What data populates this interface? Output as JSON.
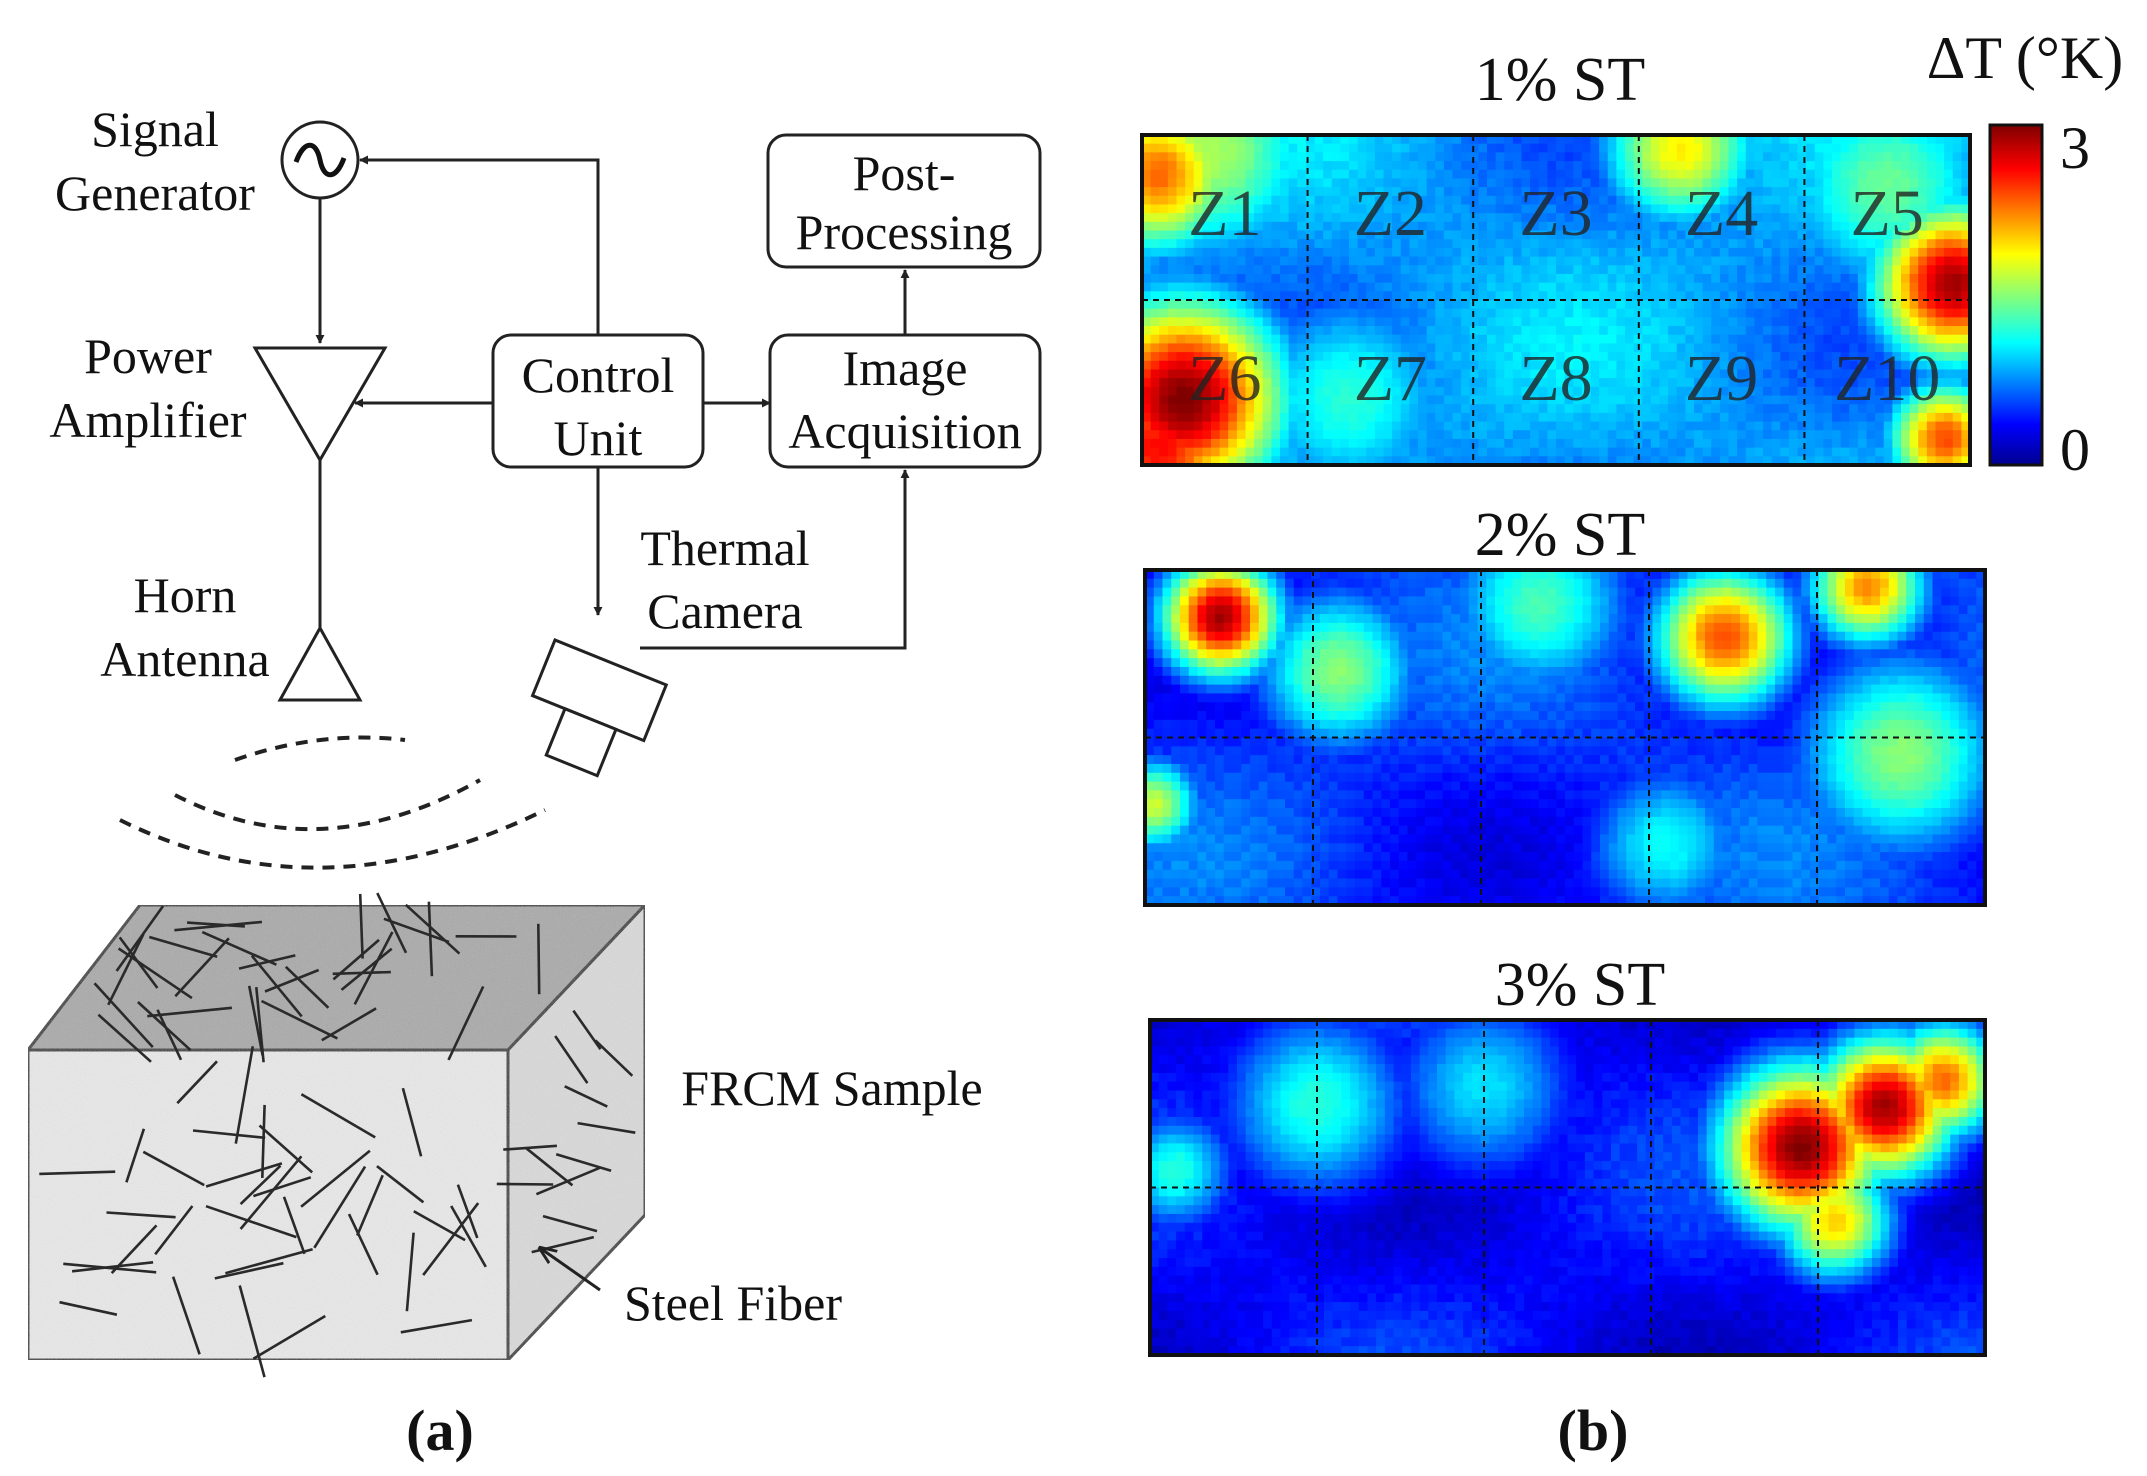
{
  "panel_a": {
    "tag": "(a)",
    "signal_generator": {
      "line1": "Signal",
      "line2": "Generator",
      "symbol": "~"
    },
    "power_amplifier": {
      "line1": "Power",
      "line2": "Amplifier"
    },
    "horn_antenna": {
      "line1": "Horn",
      "line2": "Antenna"
    },
    "control_unit": {
      "line1": "Control",
      "line2": "Unit"
    },
    "image_acquisition": {
      "line1": "Image",
      "line2": "Acquisition"
    },
    "post_processing": {
      "line1": "Post-",
      "line2": "Processing"
    },
    "thermal_camera": {
      "line1": "Thermal",
      "line2": "Camera"
    },
    "sample_label": "FRCM Sample",
    "fiber_label": "Steel Fiber"
  },
  "panel_b": {
    "tag": "(b)",
    "colorbar": {
      "title": "ΔT (°K)",
      "max_label": "3",
      "min_label": "0",
      "min": 0,
      "max": 3
    },
    "zone_labels": [
      "Z1",
      "Z2",
      "Z3",
      "Z4",
      "Z5",
      "Z6",
      "Z7",
      "Z8",
      "Z9",
      "Z10"
    ],
    "heatmaps": [
      {
        "title": "1% ST",
        "hotspots": [
          {
            "zone": "Z1",
            "u": 0.02,
            "v": 0.12,
            "level": 2.3,
            "spread": 0.07
          },
          {
            "zone": "Z1",
            "u": 0.08,
            "v": 0.05,
            "level": 1.6,
            "spread": 0.1
          },
          {
            "zone": "Z6",
            "u": 0.05,
            "v": 0.8,
            "level": 3.0,
            "spread": 0.09
          },
          {
            "zone": "Z6",
            "u": 0.02,
            "v": 0.95,
            "level": 2.6,
            "spread": 0.08
          },
          {
            "zone": "Z4",
            "u": 0.65,
            "v": 0.04,
            "level": 1.9,
            "spread": 0.07
          },
          {
            "zone": "Z5",
            "u": 0.98,
            "v": 0.45,
            "level": 2.9,
            "spread": 0.07
          },
          {
            "zone": "Z10",
            "u": 0.97,
            "v": 0.92,
            "level": 2.4,
            "spread": 0.05
          },
          {
            "zone": "Z5",
            "u": 0.9,
            "v": 0.15,
            "level": 1.4,
            "spread": 0.1
          },
          {
            "zone": "Z7",
            "u": 0.25,
            "v": 0.8,
            "level": 1.2,
            "spread": 0.1
          }
        ],
        "base_level": 0.8
      },
      {
        "title": "2% ST",
        "hotspots": [
          {
            "zone": "Z1",
            "u": 0.09,
            "v": 0.14,
            "level": 2.9,
            "spread": 0.05
          },
          {
            "zone": "Z2",
            "u": 0.23,
            "v": 0.3,
            "level": 1.5,
            "spread": 0.07
          },
          {
            "zone": "Z4",
            "u": 0.69,
            "v": 0.2,
            "level": 2.4,
            "spread": 0.06
          },
          {
            "zone": "Z5",
            "u": 0.86,
            "v": 0.05,
            "level": 2.2,
            "spread": 0.05
          },
          {
            "zone": "Z5",
            "u": 0.9,
            "v": 0.55,
            "level": 1.5,
            "spread": 0.09
          },
          {
            "zone": "Z6",
            "u": 0.01,
            "v": 0.7,
            "level": 1.7,
            "spread": 0.04
          },
          {
            "zone": "Z3",
            "u": 0.47,
            "v": 0.1,
            "level": 1.3,
            "spread": 0.08
          },
          {
            "zone": "Z9",
            "u": 0.62,
            "v": 0.82,
            "level": 1.1,
            "spread": 0.07
          }
        ],
        "base_level": 0.5
      },
      {
        "title": "3% ST",
        "hotspots": [
          {
            "zone": "Z5",
            "u": 0.78,
            "v": 0.38,
            "level": 3.0,
            "spread": 0.07
          },
          {
            "zone": "Z5",
            "u": 0.88,
            "v": 0.26,
            "level": 2.9,
            "spread": 0.06
          },
          {
            "zone": "Z5",
            "u": 0.95,
            "v": 0.18,
            "level": 2.3,
            "spread": 0.05
          },
          {
            "zone": "Z10",
            "u": 0.82,
            "v": 0.6,
            "level": 2.0,
            "spread": 0.05
          },
          {
            "zone": "Z2",
            "u": 0.2,
            "v": 0.25,
            "level": 1.2,
            "spread": 0.08
          },
          {
            "zone": "Z1",
            "u": 0.03,
            "v": 0.45,
            "level": 1.2,
            "spread": 0.05
          },
          {
            "zone": "Z3",
            "u": 0.4,
            "v": 0.2,
            "level": 1.0,
            "spread": 0.08
          }
        ],
        "base_level": 0.35
      }
    ]
  },
  "colors": {
    "sample_top": "#a9a9a9",
    "sample_front": "#e9e9e9",
    "sample_side": "#dcdcdc",
    "line": "#222222"
  }
}
